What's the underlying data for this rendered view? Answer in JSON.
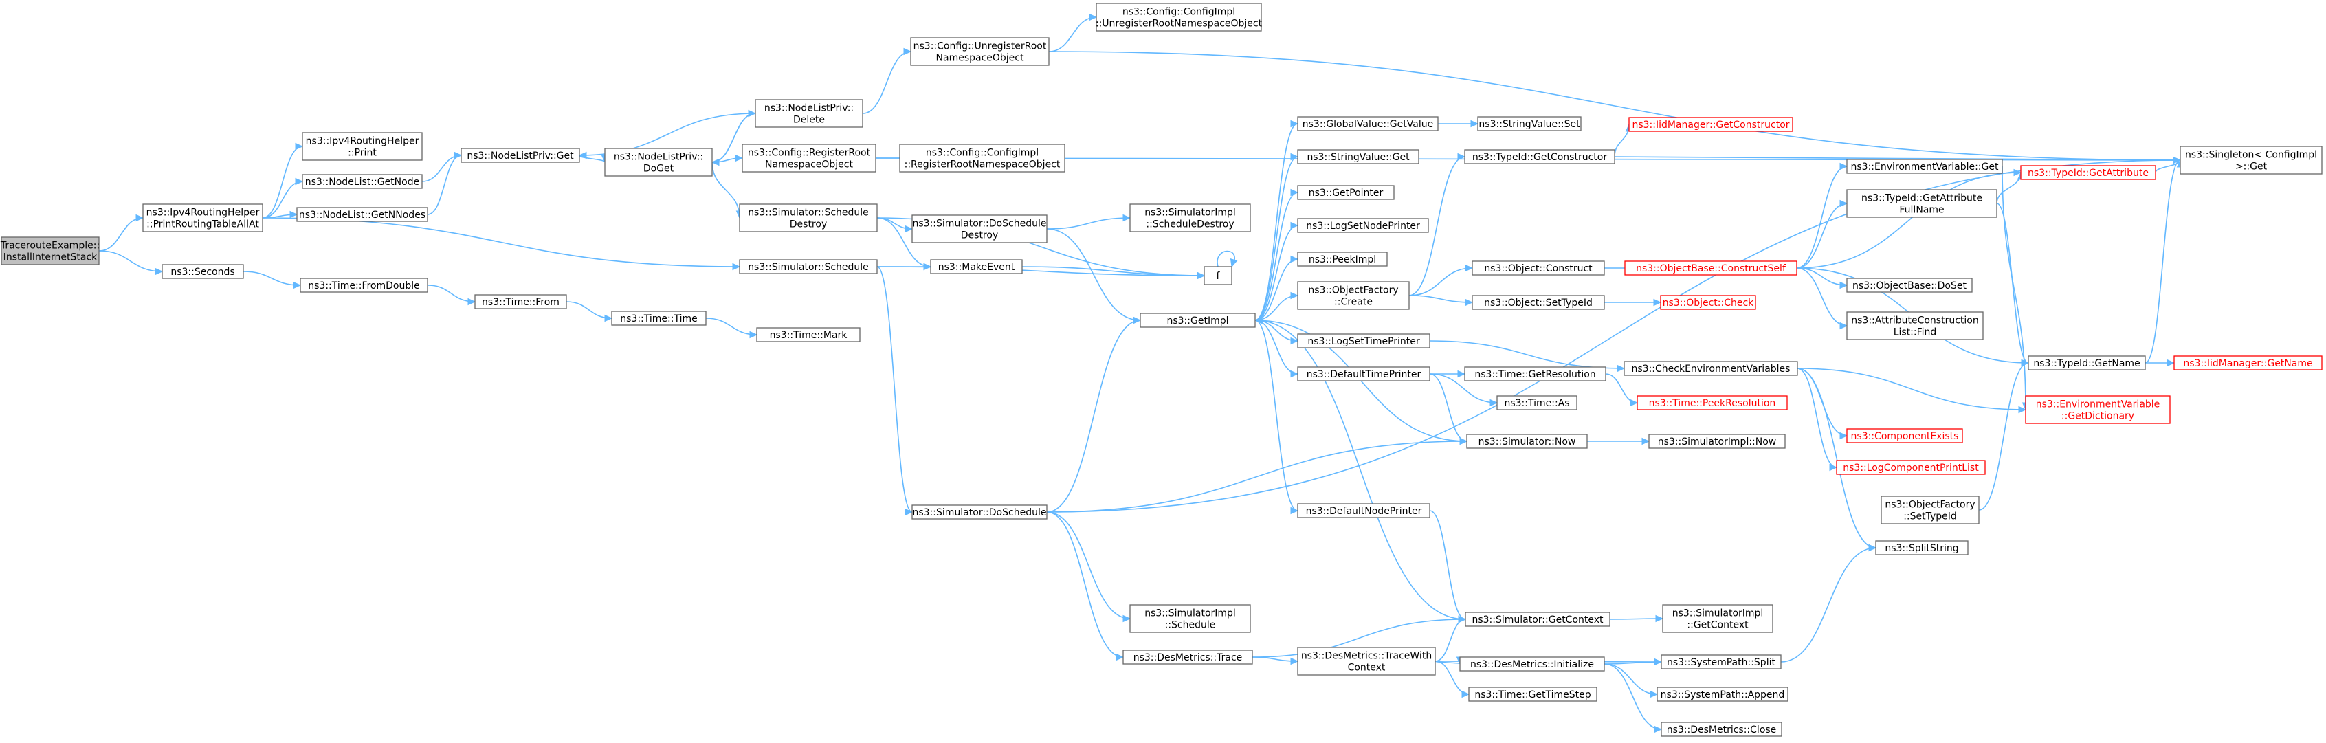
{
  "nodes": [
    {
      "id": "root",
      "lines": [
        "TracerouteExample::",
        "InstallInternetStack"
      ],
      "style": "root"
    },
    {
      "id": "PrintRTAll",
      "lines": [
        "ns3::Ipv4RoutingHelper",
        "::PrintRoutingTableAllAt"
      ]
    },
    {
      "id": "Seconds",
      "lines": [
        "ns3::Seconds"
      ]
    },
    {
      "id": "RHPrint",
      "lines": [
        "ns3::Ipv4RoutingHelper",
        "::Print"
      ]
    },
    {
      "id": "NLGetNode",
      "lines": [
        "ns3::NodeList::GetNode"
      ]
    },
    {
      "id": "NLGetNNodes",
      "lines": [
        "ns3::NodeList::GetNNodes"
      ]
    },
    {
      "id": "FromDouble",
      "lines": [
        "ns3::Time::FromDouble"
      ]
    },
    {
      "id": "NLPGet",
      "lines": [
        "ns3::NodeListPriv::Get"
      ]
    },
    {
      "id": "NLPDoGet",
      "lines": [
        "ns3::NodeListPriv::",
        "DoGet"
      ]
    },
    {
      "id": "TimeFrom",
      "lines": [
        "ns3::Time::From"
      ]
    },
    {
      "id": "NLPDelete",
      "lines": [
        "ns3::NodeListPriv::",
        "Delete"
      ]
    },
    {
      "id": "RegRoot",
      "lines": [
        "ns3::Config::RegisterRoot",
        "NamespaceObject"
      ]
    },
    {
      "id": "SimSchedDestroy",
      "lines": [
        "ns3::Simulator::Schedule",
        "Destroy"
      ]
    },
    {
      "id": "SimSchedule",
      "lines": [
        "ns3::Simulator::Schedule"
      ]
    },
    {
      "id": "TimeTime",
      "lines": [
        "ns3::Time::Time"
      ]
    },
    {
      "id": "TimeMark",
      "lines": [
        "ns3::Time::Mark"
      ]
    },
    {
      "id": "SimDoSchedule",
      "lines": [
        "ns3::Simulator::DoSchedule"
      ]
    },
    {
      "id": "UnregRoot",
      "lines": [
        "ns3::Config::UnregisterRoot",
        "NamespaceObject"
      ]
    },
    {
      "id": "CfgImplUnreg",
      "lines": [
        "ns3::Config::ConfigImpl",
        "::UnregisterRootNamespaceObject"
      ]
    },
    {
      "id": "CfgImplReg",
      "lines": [
        "ns3::Config::ConfigImpl",
        "::RegisterRootNamespaceObject"
      ]
    },
    {
      "id": "SimDoSchedDestroy",
      "lines": [
        "ns3::Simulator::DoSchedule",
        "Destroy"
      ]
    },
    {
      "id": "MakeEvent",
      "lines": [
        "ns3::MakeEvent"
      ]
    },
    {
      "id": "SimImplSchedDestroy",
      "lines": [
        "ns3::SimulatorImpl",
        "::ScheduleDestroy"
      ]
    },
    {
      "id": "SimImplSchedule",
      "lines": [
        "ns3::SimulatorImpl",
        "::Schedule"
      ]
    },
    {
      "id": "DesTrace",
      "lines": [
        "ns3::DesMetrics::Trace"
      ]
    },
    {
      "id": "f",
      "lines": [
        "f"
      ]
    },
    {
      "id": "GetImpl",
      "lines": [
        "ns3::GetImpl"
      ]
    },
    {
      "id": "GVGetValue",
      "lines": [
        "ns3::GlobalValue::GetValue"
      ]
    },
    {
      "id": "SVGet",
      "lines": [
        "ns3::StringValue::Get"
      ]
    },
    {
      "id": "GetPointer",
      "lines": [
        "ns3::GetPointer"
      ]
    },
    {
      "id": "LogSetNodePrinter",
      "lines": [
        "ns3::LogSetNodePrinter"
      ]
    },
    {
      "id": "PeekImpl",
      "lines": [
        "ns3::PeekImpl"
      ]
    },
    {
      "id": "OFCreate",
      "lines": [
        "ns3::ObjectFactory",
        "::Create"
      ]
    },
    {
      "id": "LogSetTimePrinter",
      "lines": [
        "ns3::LogSetTimePrinter"
      ]
    },
    {
      "id": "DefaultTimePrinter",
      "lines": [
        "ns3::DefaultTimePrinter"
      ]
    },
    {
      "id": "DefaultNodePrinter",
      "lines": [
        "ns3::DefaultNodePrinter"
      ]
    },
    {
      "id": "DesTraceWith",
      "lines": [
        "ns3::DesMetrics::TraceWith",
        "Context"
      ]
    },
    {
      "id": "SVSet",
      "lines": [
        "ns3::StringValue::Set"
      ]
    },
    {
      "id": "TIGetConstructor",
      "lines": [
        "ns3::TypeId::GetConstructor"
      ]
    },
    {
      "id": "ObjConstruct",
      "lines": [
        "ns3::Object::Construct"
      ]
    },
    {
      "id": "ObjSetTypeId",
      "lines": [
        "ns3::Object::SetTypeId"
      ]
    },
    {
      "id": "TimeGetRes",
      "lines": [
        "ns3::Time::GetResolution"
      ]
    },
    {
      "id": "TimeAs",
      "lines": [
        "ns3::Time::As"
      ]
    },
    {
      "id": "SimNow",
      "lines": [
        "ns3::Simulator::Now"
      ]
    },
    {
      "id": "SimGetContext",
      "lines": [
        "ns3::Simulator::GetContext"
      ]
    },
    {
      "id": "DesInit",
      "lines": [
        "ns3::DesMetrics::Initialize"
      ]
    },
    {
      "id": "TimeGetStep",
      "lines": [
        "ns3::Time::GetTimeStep"
      ]
    },
    {
      "id": "IidGetConstructor",
      "lines": [
        "ns3::IidManager::GetConstructor"
      ],
      "style": "red"
    },
    {
      "id": "OBConstructSelf",
      "lines": [
        "ns3::ObjectBase::ConstructSelf"
      ],
      "style": "red"
    },
    {
      "id": "ObjCheck",
      "lines": [
        "ns3::Object::Check"
      ],
      "style": "red"
    },
    {
      "id": "CheckEnvVars",
      "lines": [
        "ns3::CheckEnvironmentVariables"
      ]
    },
    {
      "id": "TimePeekRes",
      "lines": [
        "ns3::Time::PeekResolution"
      ],
      "style": "red"
    },
    {
      "id": "SimImplNow",
      "lines": [
        "ns3::SimulatorImpl::Now"
      ]
    },
    {
      "id": "SimImplGetContext",
      "lines": [
        "ns3::SimulatorImpl",
        "::GetContext"
      ]
    },
    {
      "id": "SPSplit",
      "lines": [
        "ns3::SystemPath::Split"
      ]
    },
    {
      "id": "SPAppend",
      "lines": [
        "ns3::SystemPath::Append"
      ]
    },
    {
      "id": "DesClose",
      "lines": [
        "ns3::DesMetrics::Close"
      ]
    },
    {
      "id": "EnvVarGet",
      "lines": [
        "ns3::EnvironmentVariable::Get"
      ]
    },
    {
      "id": "TIGetAttrFull",
      "lines": [
        "ns3::TypeId::GetAttribute",
        "FullName"
      ]
    },
    {
      "id": "OBDoSet",
      "lines": [
        "ns3::ObjectBase::DoSet"
      ]
    },
    {
      "id": "ACLFind",
      "lines": [
        "ns3::AttributeConstruction",
        "List::Find"
      ]
    },
    {
      "id": "CompExists",
      "lines": [
        "ns3::ComponentExists"
      ],
      "style": "red"
    },
    {
      "id": "LogCompPrintList",
      "lines": [
        "ns3::LogComponentPrintList"
      ],
      "style": "red"
    },
    {
      "id": "OFSetTypeId",
      "lines": [
        "ns3::ObjectFactory",
        "::SetTypeId"
      ]
    },
    {
      "id": "SplitString",
      "lines": [
        "ns3::SplitString"
      ]
    },
    {
      "id": "TIGetAttribute",
      "lines": [
        "ns3::TypeId::GetAttribute"
      ],
      "style": "red"
    },
    {
      "id": "EnvVarGetDict",
      "lines": [
        "ns3::EnvironmentVariable",
        "::GetDictionary"
      ],
      "style": "red"
    },
    {
      "id": "TIGetName",
      "lines": [
        "ns3::TypeId::GetName"
      ]
    },
    {
      "id": "SingletonGet",
      "lines": [
        "ns3::Singleton< ConfigImpl",
        ">::Get"
      ]
    },
    {
      "id": "IidGetName",
      "lines": [
        "ns3::IidManager::GetName"
      ],
      "style": "red"
    }
  ],
  "edges": [
    [
      "root",
      "PrintRTAll"
    ],
    [
      "root",
      "Seconds"
    ],
    [
      "PrintRTAll",
      "RHPrint"
    ],
    [
      "PrintRTAll",
      "NLGetNode"
    ],
    [
      "PrintRTAll",
      "NLGetNNodes"
    ],
    [
      "PrintRTAll",
      "SimSchedule"
    ],
    [
      "Seconds",
      "FromDouble"
    ],
    [
      "FromDouble",
      "TimeFrom"
    ],
    [
      "TimeFrom",
      "TimeTime"
    ],
    [
      "TimeTime",
      "TimeMark"
    ],
    [
      "NLGetNode",
      "NLPGet"
    ],
    [
      "NLGetNNodes",
      "NLPGet"
    ],
    [
      "NLPGet",
      "NLPDoGet"
    ],
    [
      "NLPDoGet",
      "NLPDelete"
    ],
    [
      "NLPDoGet",
      "RegRoot"
    ],
    [
      "NLPDoGet",
      "SimSchedDestroy"
    ],
    [
      "NLPDelete",
      "NLPGet"
    ],
    [
      "NLPDelete",
      "NLPDoGet"
    ],
    [
      "NLPDelete",
      "UnregRoot"
    ],
    [
      "UnregRoot",
      "CfgImplUnreg"
    ],
    [
      "UnregRoot",
      "SingletonGet"
    ],
    [
      "RegRoot",
      "CfgImplReg"
    ],
    [
      "RegRoot",
      "SingletonGet"
    ],
    [
      "SimSchedDestroy",
      "SimDoSchedDestroy"
    ],
    [
      "SimSchedDestroy",
      "MakeEvent"
    ],
    [
      "SimSchedDestroy",
      "f"
    ],
    [
      "SimSchedule",
      "SimDoSchedule"
    ],
    [
      "SimSchedule",
      "MakeEvent"
    ],
    [
      "SimSchedule",
      "f"
    ],
    [
      "SimDoSchedDestroy",
      "SimImplSchedDestroy"
    ],
    [
      "SimDoSchedDestroy",
      "GetImpl"
    ],
    [
      "MakeEvent",
      "f"
    ],
    [
      "f",
      "f"
    ],
    [
      "SimDoSchedule",
      "GetImpl"
    ],
    [
      "SimDoSchedule",
      "SimImplSchedule"
    ],
    [
      "SimDoSchedule",
      "DesTrace"
    ],
    [
      "SimDoSchedule",
      "SimNow"
    ],
    [
      "SimDoSchedule",
      "SingletonGet"
    ],
    [
      "DesTrace",
      "DesTraceWith"
    ],
    [
      "DesTrace",
      "SimGetContext"
    ],
    [
      "GetImpl",
      "GVGetValue"
    ],
    [
      "GetImpl",
      "SVGet"
    ],
    [
      "GetImpl",
      "GetPointer"
    ],
    [
      "GetImpl",
      "LogSetNodePrinter"
    ],
    [
      "GetImpl",
      "PeekImpl"
    ],
    [
      "GetImpl",
      "OFCreate"
    ],
    [
      "GetImpl",
      "LogSetTimePrinter"
    ],
    [
      "GetImpl",
      "DefaultTimePrinter"
    ],
    [
      "GetImpl",
      "DefaultNodePrinter"
    ],
    [
      "GVGetValue",
      "SVSet"
    ],
    [
      "OFCreate",
      "ObjConstruct"
    ],
    [
      "OFCreate",
      "ObjSetTypeId"
    ],
    [
      "OFCreate",
      "TIGetConstructor"
    ],
    [
      "LogSetTimePrinter",
      "CheckEnvVars"
    ],
    [
      "DefaultTimePrinter",
      "TimeGetRes"
    ],
    [
      "DefaultTimePrinter",
      "TimeAs"
    ],
    [
      "DefaultTimePrinter",
      "SimNow"
    ],
    [
      "DefaultNodePrinter",
      "SimGetContext"
    ],
    [
      "SimNow",
      "GetImpl"
    ],
    [
      "SimNow",
      "SimImplNow"
    ],
    [
      "SimGetContext",
      "GetImpl"
    ],
    [
      "SimGetContext",
      "SimImplGetContext"
    ],
    [
      "DesTraceWith",
      "SimGetContext"
    ],
    [
      "DesTraceWith",
      "DesInit"
    ],
    [
      "DesTraceWith",
      "TimeGetStep"
    ],
    [
      "DesTraceWith",
      "SPSplit"
    ],
    [
      "DesInit",
      "SPSplit"
    ],
    [
      "DesInit",
      "SPAppend"
    ],
    [
      "DesInit",
      "DesClose"
    ],
    [
      "TIGetConstructor",
      "IidGetConstructor"
    ],
    [
      "TIGetConstructor",
      "SingletonGet"
    ],
    [
      "ObjConstruct",
      "OBConstructSelf"
    ],
    [
      "ObjSetTypeId",
      "ObjCheck"
    ],
    [
      "TimeGetRes",
      "TimePeekRes"
    ],
    [
      "OBConstructSelf",
      "TIGetAttribute"
    ],
    [
      "OBConstructSelf",
      "EnvVarGet"
    ],
    [
      "OBConstructSelf",
      "TIGetAttrFull"
    ],
    [
      "OBConstructSelf",
      "OBDoSet"
    ],
    [
      "OBConstructSelf",
      "ACLFind"
    ],
    [
      "OBConstructSelf",
      "TIGetName"
    ],
    [
      "CheckEnvVars",
      "EnvVarGetDict"
    ],
    [
      "CheckEnvVars",
      "CompExists"
    ],
    [
      "CheckEnvVars",
      "LogCompPrintList"
    ],
    [
      "CheckEnvVars",
      "SplitString"
    ],
    [
      "EnvVarGet",
      "EnvVarGetDict"
    ],
    [
      "TIGetAttrFull",
      "TIGetAttribute"
    ],
    [
      "TIGetAttrFull",
      "TIGetName"
    ],
    [
      "OFSetTypeId",
      "TIGetName"
    ],
    [
      "SPSplit",
      "SplitString"
    ],
    [
      "TIGetAttribute",
      "SingletonGet"
    ],
    [
      "TIGetName",
      "IidGetName"
    ],
    [
      "TIGetName",
      "SingletonGet"
    ]
  ]
}
